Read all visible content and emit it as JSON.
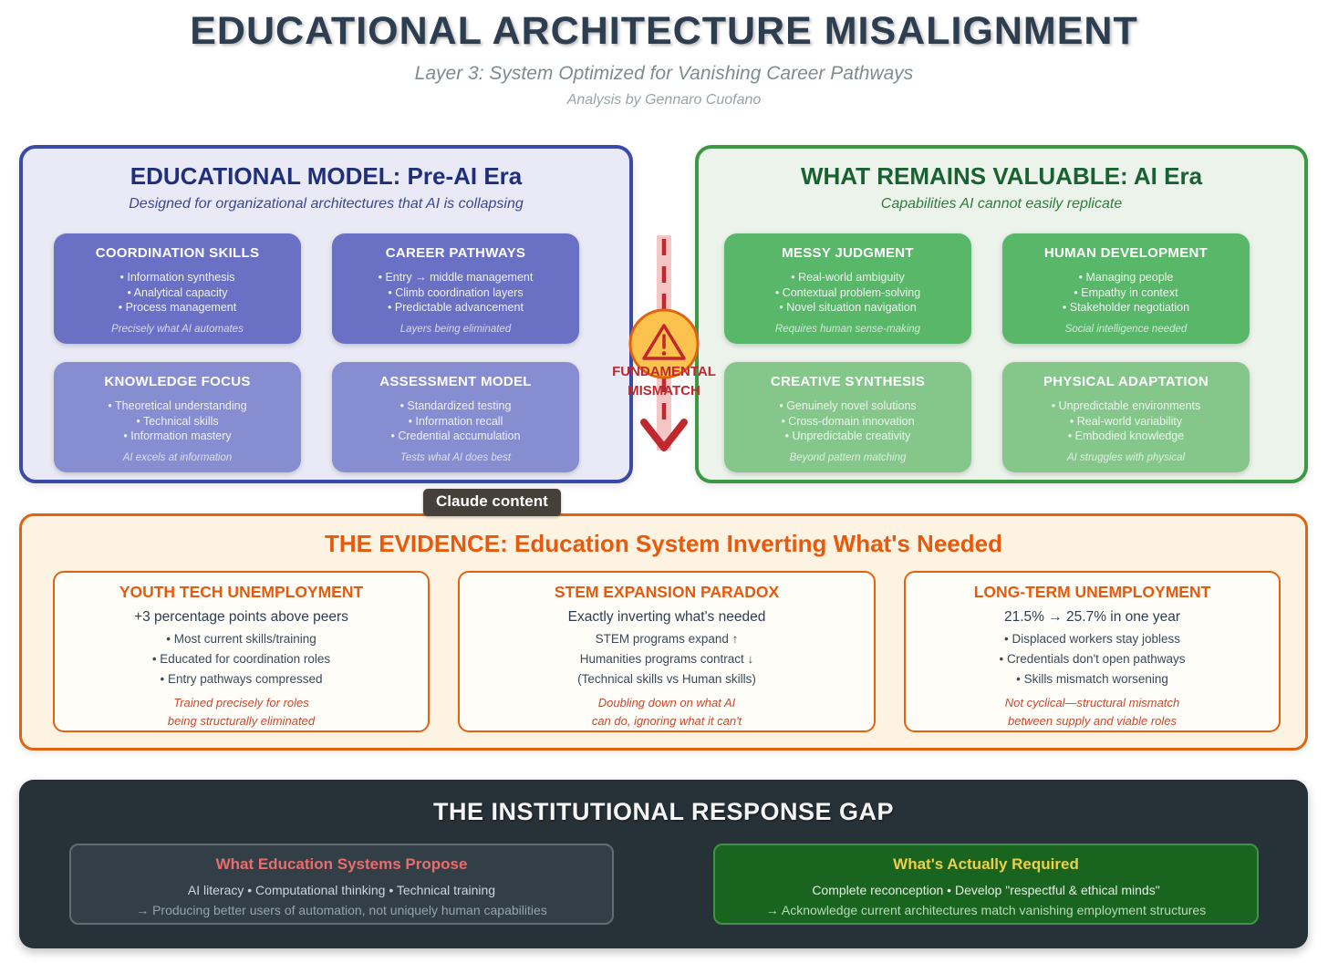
{
  "header": {
    "title": "EDUCATIONAL ARCHITECTURE MISALIGNMENT",
    "subtitle": "Layer 3: System Optimized for Vanishing Career Pathways",
    "byline": "Analysis by Gennaro Cuofano"
  },
  "left_panel": {
    "title": "EDUCATIONAL MODEL: Pre-AI Era",
    "subtitle": "Designed for organizational architectures that AI is collapsing",
    "cards": [
      {
        "title": "COORDINATION SKILLS",
        "bullets": [
          "• Information synthesis",
          "• Analytical capacity",
          "• Process management"
        ],
        "footer": "Precisely what AI automates"
      },
      {
        "title": "CAREER PATHWAYS",
        "bullets": [
          "• Entry → middle management",
          "• Climb coordination layers",
          "• Predictable advancement"
        ],
        "footer": "Layers being eliminated"
      },
      {
        "title": "KNOWLEDGE FOCUS",
        "bullets": [
          "• Theoretical understanding",
          "• Technical skills",
          "• Information mastery"
        ],
        "footer": "AI excels at information"
      },
      {
        "title": "ASSESSMENT MODEL",
        "bullets": [
          "• Standardized testing",
          "• Information recall",
          "• Credential accumulation"
        ],
        "footer": "Tests what AI does best"
      }
    ]
  },
  "right_panel": {
    "title": "WHAT REMAINS VALUABLE: AI Era",
    "subtitle": "Capabilities AI cannot easily replicate",
    "cards": [
      {
        "title": "MESSY JUDGMENT",
        "bullets": [
          "• Real-world ambiguity",
          "• Contextual problem-solving",
          "• Novel situation navigation"
        ],
        "footer": "Requires human sense-making"
      },
      {
        "title": "HUMAN DEVELOPMENT",
        "bullets": [
          "• Managing people",
          "• Empathy in context",
          "• Stakeholder negotiation"
        ],
        "footer": "Social intelligence needed"
      },
      {
        "title": "CREATIVE SYNTHESIS",
        "bullets": [
          "• Genuinely novel solutions",
          "• Cross-domain innovation",
          "• Unpredictable creativity"
        ],
        "footer": "Beyond pattern matching"
      },
      {
        "title": "PHYSICAL ADAPTATION",
        "bullets": [
          "• Unpredictable environments",
          "• Real-world variability",
          "• Embodied knowledge"
        ],
        "footer": "AI struggles with physical"
      }
    ]
  },
  "center": {
    "label_line1": "FUNDAMENTAL",
    "label_line2": "MISMATCH",
    "icons": {
      "warning": "warning-triangle-icon",
      "arrow": "down-arrow-icon"
    }
  },
  "claude_badge": "Claude content",
  "evidence_panel": {
    "title": "THE EVIDENCE: Education System Inverting What's Needed",
    "cards": [
      {
        "title": "YOUTH TECH UNEMPLOYMENT",
        "stat": "+3 percentage points above peers",
        "bullets": [
          "• Most current skills/training",
          "• Educated for coordination roles",
          "• Entry pathways compressed"
        ],
        "footer1": "Trained precisely for roles",
        "footer2": "being structurally eliminated"
      },
      {
        "title": "STEM EXPANSION PARADOX",
        "stat": "Exactly inverting what's needed",
        "bullets": [
          "STEM programs expand ↑",
          "Humanities programs contract ↓",
          "(Technical skills vs Human skills)"
        ],
        "footer1": "Doubling down on what AI",
        "footer2": "can do, ignoring what it can't"
      },
      {
        "title": "LONG-TERM UNEMPLOYMENT",
        "stat": "21.5% → 25.7% in one year",
        "bullets": [
          "• Displaced workers stay jobless",
          "• Credentials don't open pathways",
          "• Skills mismatch worsening"
        ],
        "footer1": "Not cyclical—structural mismatch",
        "footer2": "between supply and viable roles"
      }
    ]
  },
  "gap_panel": {
    "title": "THE INSTITUTIONAL RESPONSE GAP",
    "cards": [
      {
        "title": "What Education Systems Propose",
        "line1": "AI literacy • Computational thinking • Technical training",
        "line2": "→ Producing better users of automation, not uniquely human capabilities"
      },
      {
        "title": "What's Actually Required",
        "line1": "Complete reconception • Develop \"respectful & ethical minds\"",
        "line2": "→ Acknowledge current architectures match vanishing employment structures"
      }
    ]
  },
  "colors": {
    "title_navy": "#2c3e50",
    "left_border": "#3a4aa8",
    "left_bg": "#e9eaf5",
    "blue_card_top": "#6a71c4",
    "blue_card_bottom": "#878dd1",
    "right_border": "#3b9844",
    "right_bg": "#ebf3eb",
    "green_card_top": "#58b769",
    "green_card_bottom": "#85c78b",
    "mismatch_red": "#c1272d",
    "warning_circle_fill": "#fbc34d",
    "warning_circle_border": "#e2620f",
    "evidence_border": "#e2620f",
    "evidence_bg": "#fdf3e2",
    "evidence_accent": "#e8590c",
    "evidence_footer_red": "#c44a30",
    "gap_bg": "#263238",
    "gap_left_title": "#ea6d6d",
    "gap_right_title": "#eecf4b",
    "gap_right_bg": "#19651f",
    "badge_bg": "#45413a"
  }
}
